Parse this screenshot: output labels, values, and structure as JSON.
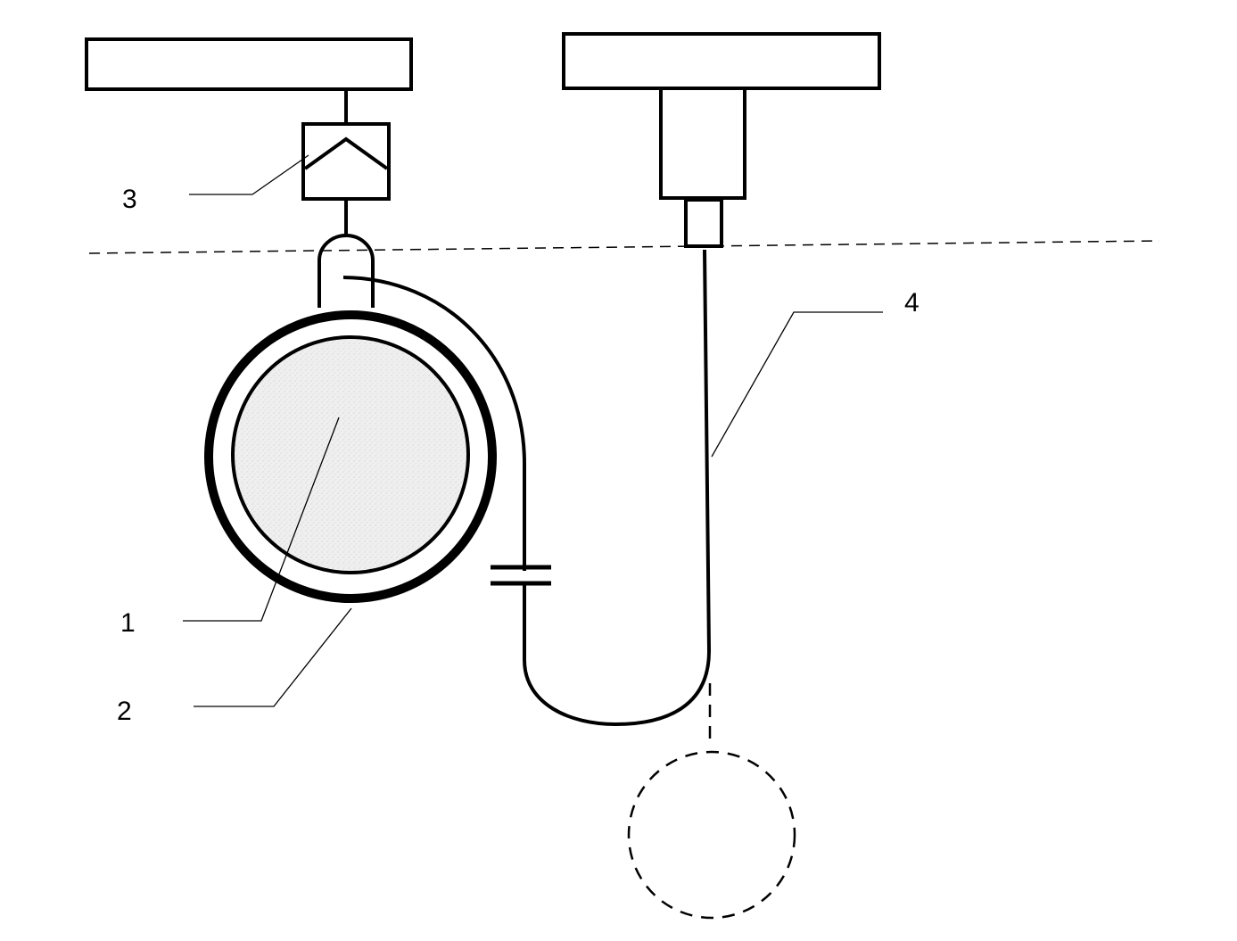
{
  "labels": {
    "l1": "1",
    "l2": "2",
    "l3": "3",
    "l4": "4"
  },
  "colors": {
    "ink": "#000000",
    "background": "#ffffff",
    "fill": "#ececec"
  }
}
